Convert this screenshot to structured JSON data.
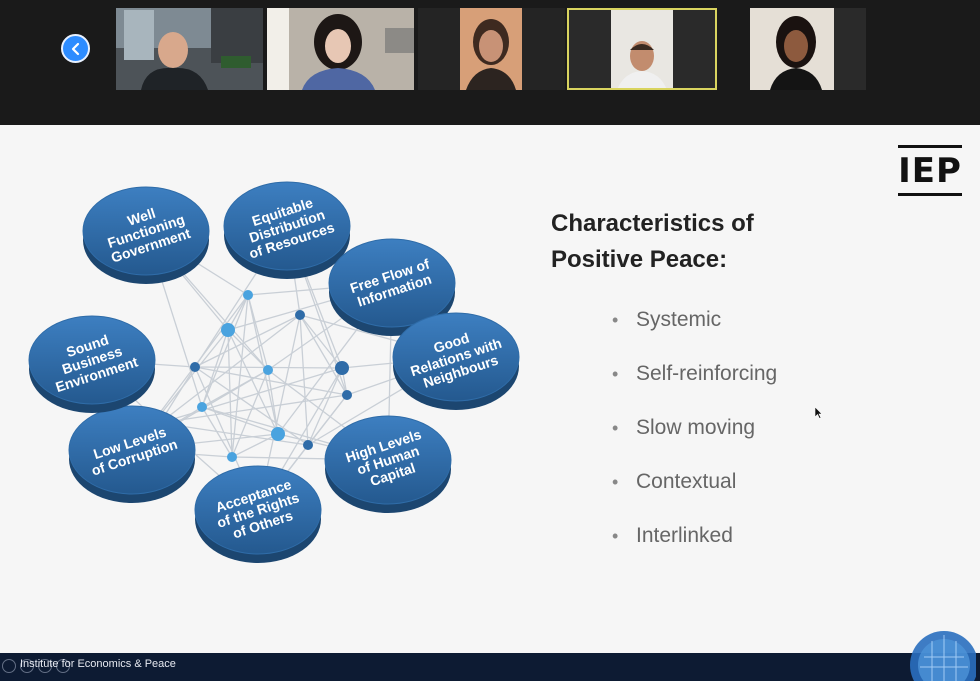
{
  "meeting": {
    "back_button_icon": "chevron-left-icon",
    "participants": [
      {
        "id": "p1",
        "active": false
      },
      {
        "id": "p2",
        "active": false
      },
      {
        "id": "p3",
        "active": false
      },
      {
        "id": "p4",
        "active": true
      },
      {
        "id": "p5",
        "active": false
      }
    ],
    "active_speaker_color": "#d9d45f"
  },
  "slide": {
    "logo": "IEP",
    "heading_lines": [
      "Characteristics of",
      "Positive Peace:"
    ],
    "bullets": [
      "Systemic",
      "Self-reinforcing",
      "Slow moving",
      "Contextual",
      "Interlinked"
    ],
    "diagram_pillars": [
      {
        "lines": [
          "Well",
          "Functioning",
          "Government"
        ]
      },
      {
        "lines": [
          "Equitable",
          "Distribution",
          "of Resources"
        ]
      },
      {
        "lines": [
          "Free Flow of",
          "Information"
        ]
      },
      {
        "lines": [
          "Good",
          "Relations with",
          "Neighbours"
        ]
      },
      {
        "lines": [
          "High Levels",
          "of Human",
          "Capital"
        ]
      },
      {
        "lines": [
          "Acceptance",
          "of the Rights",
          "of Others"
        ]
      },
      {
        "lines": [
          "Low Levels",
          "of Corruption"
        ]
      },
      {
        "lines": [
          "Sound",
          "Business",
          "Environment"
        ]
      }
    ],
    "pillar_color": "#2f6ca8",
    "footer_title": "Institute for Economics & Peace"
  }
}
